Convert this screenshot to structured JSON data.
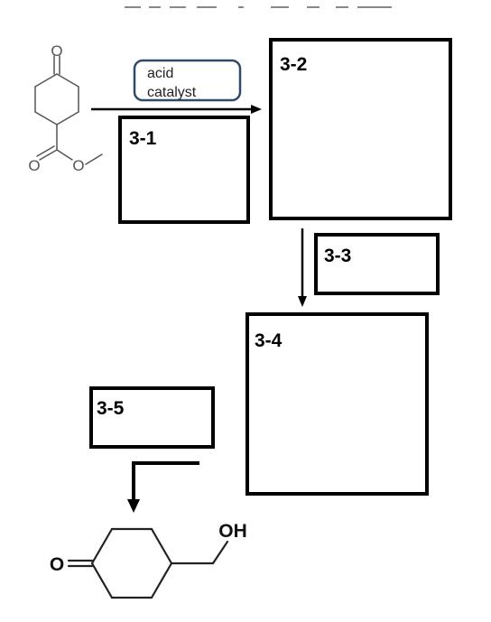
{
  "boxes": {
    "b1": "3-1",
    "b2": "3-2",
    "b3": "3-3",
    "b4": "3-4",
    "b5": "3-5"
  },
  "reagent": {
    "line1": "acid",
    "line2": "catalyst"
  },
  "start_molecule": {
    "atoms": {
      "ketone_o": "O",
      "ester_o1": "O",
      "ester_o2": "O"
    }
  },
  "product": {
    "atoms": {
      "ketone_o": "O",
      "hydroxyl": "OH"
    }
  }
}
